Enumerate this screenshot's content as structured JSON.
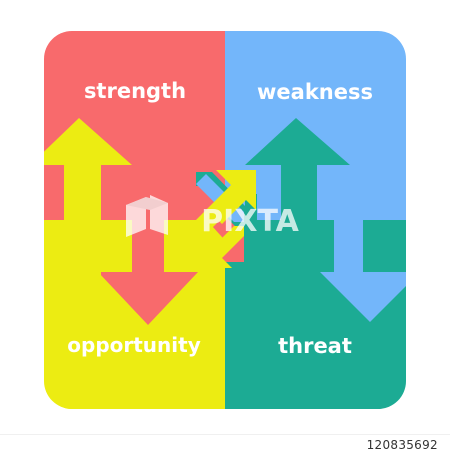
{
  "quadrants": {
    "strength": "strength",
    "weakness": "weakness",
    "opportunity": "opportunity",
    "threat": "threat"
  },
  "colors": {
    "strength": "#f86a6c",
    "weakness": "#73b6fa",
    "opportunity": "#ecec12",
    "threat": "#1cab94"
  },
  "watermark": "PIXTA",
  "stock_id": "120835692"
}
